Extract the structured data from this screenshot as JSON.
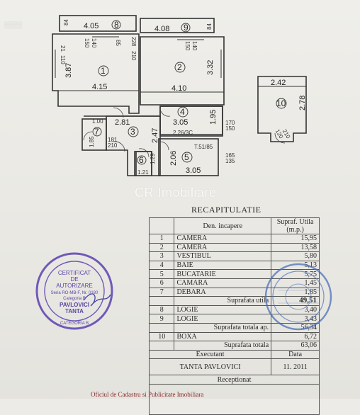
{
  "plan": {
    "dims": {
      "top_left_corner": "84",
      "top_left_width": "4.05",
      "top_left_room": "8",
      "top_right_width": "4.08",
      "top_right_room": "9",
      "top_right_corner": "84",
      "r1_height": "3.87",
      "r1_width": "4.15",
      "r2_height": "3.32",
      "r2_width": "4.10",
      "hall_w": "2.81",
      "hall_h": "2.47",
      "kitchen_w": "3.05",
      "kitchen_h": "1.95",
      "kitchen_inner": "2.26/3C",
      "bath_w": "3.05",
      "bath_h": "2.06",
      "bath_note": "T.51/85",
      "deb_w": "1.00",
      "deb_h": "1.85",
      "cam6_w": "1.21",
      "cam6_h": "1.29",
      "side_a": "170",
      "side_b": "150",
      "side_c": "165",
      "side_d": "135",
      "box_w": "2.42",
      "box_h": "2.78",
      "door_a": "21",
      "door_b": "110",
      "win_a": "150",
      "win_b": "140",
      "win_c": "120",
      "win_d": "85",
      "win_e": "228",
      "win_f": "210",
      "box_door_a": "120",
      "box_door_b": "210",
      "small_a": "181",
      "small_b": "210"
    },
    "rooms": [
      "1",
      "2",
      "3",
      "4",
      "5",
      "6",
      "7",
      "10"
    ]
  },
  "watermark": "CR Imobiliare",
  "recap": {
    "title": "RECAPITULATIE",
    "headers": {
      "den": "Den. incapere",
      "supr": "Supraf. Utila (m.p.)"
    },
    "rows": [
      {
        "nr": "1",
        "den": "CAMERA",
        "val": "15,95"
      },
      {
        "nr": "2",
        "den": "CAMERA",
        "val": "13,58"
      },
      {
        "nr": "3",
        "den": "VESTIBUL",
        "val": "5,80"
      },
      {
        "nr": "4",
        "den": "BAIE",
        "val": "5,13"
      },
      {
        "nr": "5",
        "den": "BUCATARIE",
        "val": "5,75"
      },
      {
        "nr": "6",
        "den": "CAMARA",
        "val": "1,45"
      },
      {
        "nr": "7",
        "den": "DEBARA",
        "val": "1,85"
      }
    ],
    "suprafata_utila_label": "Suprafata utila",
    "suprafata_utila": "49,51",
    "logii": [
      {
        "nr": "8",
        "den": "LOGIE",
        "val": "3,40"
      },
      {
        "nr": "9",
        "den": "LOGIE",
        "val": "3,43"
      }
    ],
    "totala_ap_label": "Suprafata totala ap.",
    "totala_ap": "56,34",
    "boxa": {
      "nr": "10",
      "den": "BOXA",
      "val": "6,72"
    },
    "totala_label": "Suprafata totala",
    "totala": "63,06",
    "executant_label": "Executant",
    "data_label": "Data",
    "executant": "TANTA PAVLOVICI",
    "data": "11. 2011",
    "receptionat_label": "Receptionat"
  },
  "stamp": {
    "certificat": "CERTIFICAT",
    "de": "DE",
    "autorizare": "AUTORIZARE",
    "seria": "Seria RO-MB-F, Nr. 0180",
    "categoria": "Categoria B",
    "name1": "PAVLOVICI",
    "name2": "TANTA",
    "categoria_b": "CATEGORIA B"
  },
  "footer": "Oficiul de Cadastru si Publicitate Imobiliara"
}
